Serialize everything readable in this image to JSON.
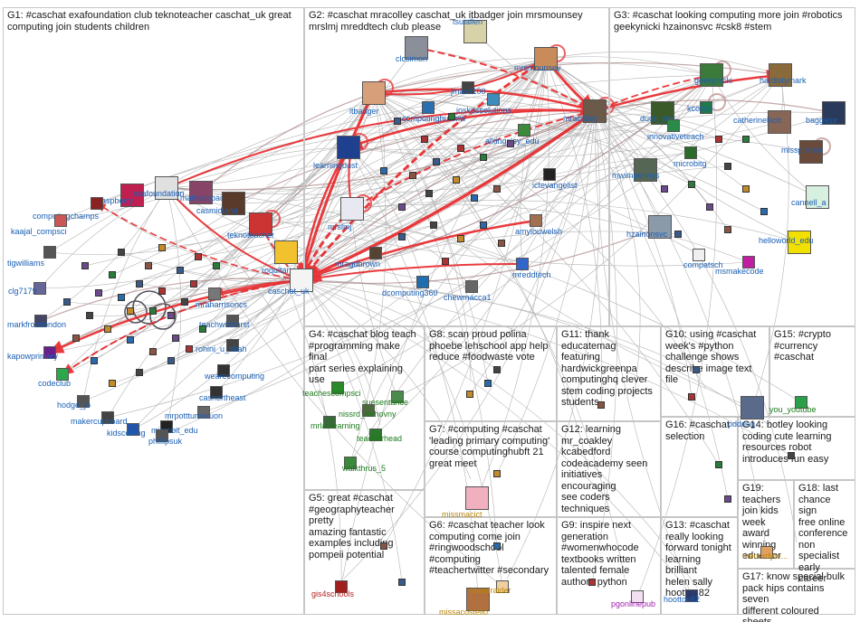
{
  "groups": [
    {
      "id": "g1",
      "label": "G1: #caschat exafoundation club teknoteacher caschat_uk great\ncomputing join students children"
    },
    {
      "id": "g2",
      "label": "G2: #caschat mracolley caschat_uk itbadger join mrsmounsey\nmrslmj mreddtech club please"
    },
    {
      "id": "g3",
      "label": "G3: #caschat looking computing more join #robotics\ngeekynicki hzainonsvc #csk8 #stem"
    },
    {
      "id": "g4",
      "label": "G4: #caschat blog teach\n#programming make final\npart series explaining use"
    },
    {
      "id": "g5",
      "label": "G5: great #caschat\n#geographyteacher pretty\namazing fantastic\nexamples including\npompeii potential"
    },
    {
      "id": "g6",
      "label": "G6: #caschat teacher look\ncomputing come join\n#ringwoodschool #computing\n#teachertwitter #secondary"
    },
    {
      "id": "g7",
      "label": "G7: #computing #caschat\n'leading primary computing'\ncourse computinghubft 21\ngreat meet"
    },
    {
      "id": "g8",
      "label": "G8: scan proud polina\nphoebe lehschool app help\nreduce #foodwaste vote"
    },
    {
      "id": "g9",
      "label": "G9: inspire next\ngeneration\n#womenwhocode\ntextbooks written\ntalented female\nauthors python"
    },
    {
      "id": "g10",
      "label": "G10: using #caschat\nweek's #python\nchallenge shows\ndescribe image text file"
    },
    {
      "id": "g11",
      "label": "G11: thank\neducatemag featuring\nhardwickgreenpa\ncomputinghq clever\nstem coding projects\nstudents"
    },
    {
      "id": "g12",
      "label": "G12: learning\nmr_coakley\nkcabedford\ncodeacademy seen\ninitiatives encouraging\nsee coders techniques"
    },
    {
      "id": "g13",
      "label": "G13: #caschat\nreally looking\nforward tonight\nlearning brilliant\nhelen sally\nhootton82"
    },
    {
      "id": "g14",
      "label": "G14: botley looking\ncoding cute learning\nresources robot\nintroduces fun easy"
    },
    {
      "id": "g15",
      "label": "G15: #crypto\n#currency\n#caschat"
    },
    {
      "id": "g16",
      "label": "G16: #caschat\nselection"
    },
    {
      "id": "g17",
      "label": "G17: know special bulk\npack hips contains seven\ndifferent coloured sheets"
    },
    {
      "id": "g18",
      "label": "G18: last\nchance sign\nfree online\nconference\nnon\nspecialist\nearly career"
    },
    {
      "id": "g19",
      "label": "G19:\nteachers\njoin kids\nweek award\nwinning\neducator"
    }
  ],
  "nodes": [
    {
      "id": "clcsimon",
      "label": "clcsimon",
      "color": "#8a8f99",
      "tone": "blue"
    },
    {
      "id": "tsuiallen",
      "label": "tsuiallen",
      "color": "#d8d2a8",
      "tone": "blue"
    },
    {
      "id": "mrsmounsey",
      "label": "mrsmounsey",
      "color": "#c98b5a",
      "tone": "blue"
    },
    {
      "id": "itbadger",
      "label": "itbadger",
      "color": "#d8a07a",
      "tone": "blue"
    },
    {
      "id": "computinghubmw",
      "label": "computinghubmw",
      "color": "#2a6fb0",
      "tone": "blue"
    },
    {
      "id": "jmass100",
      "label": "jmass100",
      "color": "#444444",
      "tone": "blue"
    },
    {
      "id": "joskossolutions",
      "label": "joskossolutions",
      "color": "#3c8dbc",
      "tone": "blue"
    },
    {
      "id": "mracolley",
      "label": "mracolley",
      "color": "#6b5a4a",
      "tone": "blue"
    },
    {
      "id": "learningdust",
      "label": "learningdust",
      "color": "#1f3f8f",
      "tone": "blue"
    },
    {
      "id": "alkingsley_edu",
      "label": "alkingsley_edu",
      "color": "#3b8a3b",
      "tone": "blue"
    },
    {
      "id": "mrslmj",
      "label": "mrslmj",
      "color": "#e8e8f0",
      "tone": "blue"
    },
    {
      "id": "ictevangelist",
      "label": "ictevangelist",
      "color": "#222222",
      "tone": "blue"
    },
    {
      "id": "amylouwelsh",
      "label": "amylouwelsh",
      "color": "#a07050",
      "tone": "blue"
    },
    {
      "id": "mragdbrown",
      "label": "mragdbrown",
      "color": "#554433",
      "tone": "blue"
    },
    {
      "id": "mreddtech",
      "label": "mreddtech",
      "color": "#3366cc",
      "tone": "blue"
    },
    {
      "id": "dcomputing360",
      "label": "dcomputing360",
      "color": "#1f6fb0",
      "tone": "blue"
    },
    {
      "id": "chewmacca1",
      "label": "chewmacca1",
      "color": "#666666",
      "tone": "blue"
    },
    {
      "id": "raspberry",
      "label": "raspberry",
      "color": "#c02050",
      "tone": "blue"
    },
    {
      "id": "exafoundation",
      "label": "exafoundation",
      "color": "#e0e0e0",
      "tone": "blue"
    },
    {
      "id": "mathsimpact",
      "label": "mathsimpact",
      "color": "#884466",
      "tone": "blue"
    },
    {
      "id": "computingchamps",
      "label": "computingchamps",
      "color": "#8a2222",
      "tone": "blue"
    },
    {
      "id": "casmidland",
      "label": "casmidland",
      "color": "#5a3a2a",
      "tone": "blue"
    },
    {
      "id": "kaajal_compsci",
      "label": "kaajal_compsci",
      "color": "#cc5555",
      "tone": "blue"
    },
    {
      "id": "teknoteacher",
      "label": "teknoteacher",
      "color": "#cc3333",
      "tone": "blue"
    },
    {
      "id": "tigwilliams",
      "label": "tigwilliams",
      "color": "#555555",
      "tone": "blue"
    },
    {
      "id": "roqultart",
      "label": "roqultart",
      "color": "#f2c12e",
      "tone": "blue"
    },
    {
      "id": "clg7179",
      "label": "clg7179",
      "color": "#666699",
      "tone": "blue"
    },
    {
      "id": "caschat_uk",
      "label": "caschat_uk",
      "color": "#f4f4f4",
      "tone": "blue"
    },
    {
      "id": "mraharrisoncs",
      "label": "mraharrisoncs",
      "color": "#777777",
      "tone": "blue"
    },
    {
      "id": "markfromlondon",
      "label": "markfromlondon",
      "color": "#444466",
      "tone": "blue"
    },
    {
      "id": "teachwithmrst",
      "label": "teachwithmrst",
      "color": "#555555",
      "tone": "blue"
    },
    {
      "id": "kapowprimary",
      "label": "kapowprimary",
      "color": "#6a1f8a",
      "tone": "blue"
    },
    {
      "id": "rohini_u_shah",
      "label": "rohini_u_shah",
      "color": "#444444",
      "tone": "blue"
    },
    {
      "id": "wearecomputing",
      "label": "wearecomputing",
      "color": "#333333",
      "tone": "blue"
    },
    {
      "id": "codeclub",
      "label": "codeclub",
      "color": "#2aa84a",
      "tone": "blue"
    },
    {
      "id": "casnortheast",
      "label": "casnortheast",
      "color": "#333333",
      "tone": "blue"
    },
    {
      "id": "hodge_jo",
      "label": "hodge_jo",
      "color": "#555555",
      "tone": "blue"
    },
    {
      "id": "mrpottturneruon",
      "label": "mrpottturneruon",
      "color": "#666666",
      "tone": "blue"
    },
    {
      "id": "makercupboard",
      "label": "makercupboard",
      "color": "#444444",
      "tone": "blue"
    },
    {
      "id": "microbit_edu",
      "label": "microbit_edu",
      "color": "#222222",
      "tone": "blue"
    },
    {
      "id": "kidscoding",
      "label": "kidscoding",
      "color": "#2255aa",
      "tone": "blue"
    },
    {
      "id": "phillipsuk",
      "label": "phillipsuk",
      "color": "#555555",
      "tone": "blue"
    },
    {
      "id": "geekynicki",
      "label": "geekynicki",
      "color": "#3a7a3a",
      "tone": "blue"
    },
    {
      "id": "hardistymark",
      "label": "hardistymark",
      "color": "#8a6a3a",
      "tone": "blue"
    },
    {
      "id": "duck_star",
      "label": "duck_star",
      "color": "#3a5a2a",
      "tone": "blue"
    },
    {
      "id": "kcorish",
      "label": "kcorish",
      "color": "#1f7a4a",
      "tone": "blue"
    },
    {
      "id": "baggiepr",
      "label": "baggiepr",
      "color": "#2a3a5a",
      "tone": "blue"
    },
    {
      "id": "innovativeteach",
      "label": "innovativeteach",
      "color": "#2a8a4a",
      "tone": "blue"
    },
    {
      "id": "catherinelliott",
      "label": "catherinelliott",
      "color": "#886655",
      "tone": "blue"
    },
    {
      "id": "missphilbin",
      "label": "missphilbin",
      "color": "#6a4a3a",
      "tone": "blue"
    },
    {
      "id": "microbitg",
      "label": "microbitg",
      "color": "#2a6a2a",
      "tone": "blue"
    },
    {
      "id": "mwimpennys",
      "label": "mwimpennys",
      "color": "#556655",
      "tone": "blue"
    },
    {
      "id": "cannell_a",
      "label": "cannell_a",
      "color": "#d8f0e0",
      "tone": "blue"
    },
    {
      "id": "hzainonsvc",
      "label": "hzainonsvc",
      "color": "#8a9aa8",
      "tone": "blue"
    },
    {
      "id": "helloworld_edu",
      "label": "helloworld_edu",
      "color": "#f2e000",
      "tone": "blue"
    },
    {
      "id": "compatsch",
      "label": "compatsch",
      "color": "#f0f0f0",
      "tone": "blue"
    },
    {
      "id": "msmakecode",
      "label": "msmakecode",
      "color": "#c020a0",
      "tone": "blue"
    },
    {
      "id": "teachescompsci",
      "label": "teachescompsci",
      "color": "#2a8a2a",
      "tone": "green"
    },
    {
      "id": "suesentance",
      "label": "suesentance",
      "color": "#4a8a4a",
      "tone": "green"
    },
    {
      "id": "mrlaulearning",
      "label": "mrlaulearning",
      "color": "#3a6a3a",
      "tone": "green"
    },
    {
      "id": "nissrd_mrhovny",
      "label": "nissrd_mrhovny",
      "color": "#4a6a3a",
      "tone": "green"
    },
    {
      "id": "teacherhead",
      "label": "teacherhead",
      "color": "#2a7a2a",
      "tone": "green"
    },
    {
      "id": "walkthrus_5",
      "label": "walkthrus_5",
      "color": "#3a8a3a",
      "tone": "green"
    },
    {
      "id": "missmacict",
      "label": "missmacict",
      "color": "#f0b0c0",
      "tone": "orange"
    },
    {
      "id": "gis4schools",
      "label": "gis4schools",
      "color": "#a02020",
      "tone": "red"
    },
    {
      "id": "missacostello",
      "label": "missacostello",
      "color": "#b07040",
      "tone": "orange"
    },
    {
      "id": "islandraider",
      "label": "islandraider",
      "color": "#f0d0a0",
      "tone": "orange"
    },
    {
      "id": "pgonlinepub",
      "label": "pgonlinepub",
      "color": "#f0e0f0",
      "tone": "magenta"
    },
    {
      "id": "pddring",
      "label": "pddring",
      "color": "#5a6a8a",
      "tone": "blue"
    },
    {
      "id": "you_youtube",
      "label": "you_youtube",
      "color": "#2aa04a",
      "tone": "green"
    },
    {
      "id": "hootton82",
      "label": "hootton82",
      "color": "#2a3a6a",
      "tone": "blue"
    },
    {
      "id": "thenerdyteacher",
      "label": "thenerdyte...",
      "color": "#e0a060",
      "tone": "orange"
    }
  ]
}
